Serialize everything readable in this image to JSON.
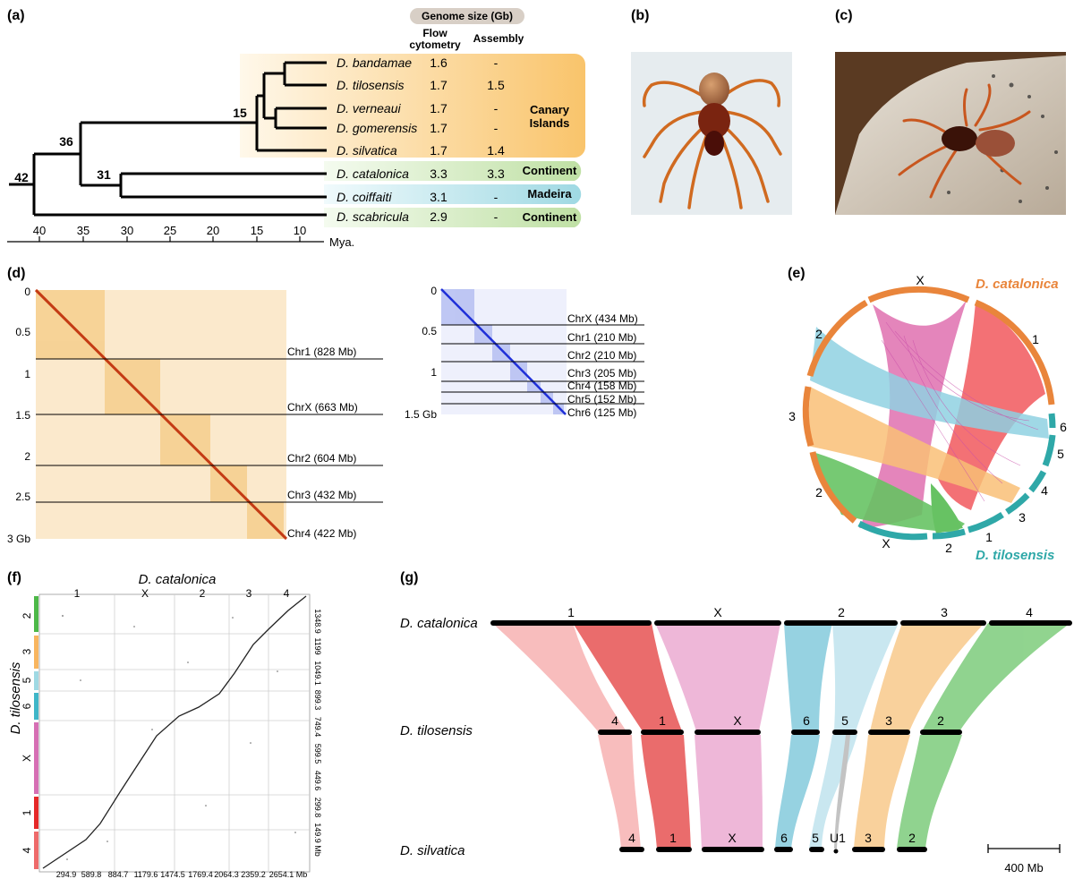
{
  "panels": {
    "a": "(a)",
    "b": "(b)",
    "c": "(c)",
    "d": "(d)",
    "e": "(e)",
    "f": "(f)",
    "g": "(g)"
  },
  "panel_a": {
    "genome_size_title": "Genome size (Gb)",
    "col_flow_line1": "Flow",
    "col_flow_line2": "cytometry",
    "col_assembly": "Assembly",
    "species": [
      {
        "name": "D. bandamae",
        "flow": "1.6",
        "assembly": "-"
      },
      {
        "name": "D. tilosensis",
        "flow": "1.7",
        "assembly": "1.5"
      },
      {
        "name": "D. verneaui",
        "flow": "1.7",
        "assembly": "-"
      },
      {
        "name": "D. gomerensis",
        "flow": "1.7",
        "assembly": "-"
      },
      {
        "name": "D. silvatica",
        "flow": "1.7",
        "assembly": "1.4"
      },
      {
        "name": "D. catalonica",
        "flow": "3.3",
        "assembly": "3.3"
      },
      {
        "name": "D. coiffaiti",
        "flow": "3.1",
        "assembly": "-"
      },
      {
        "name": "D. scabricula",
        "flow": "2.9",
        "assembly": "-"
      }
    ],
    "regions": {
      "canary_line1": "Canary",
      "canary_line2": "Islands",
      "continent": "Continent",
      "madeira": "Madeira"
    },
    "node_ages": [
      "42",
      "36",
      "31",
      "15"
    ],
    "axis_ticks": [
      "40",
      "35",
      "30",
      "25",
      "20",
      "15",
      "10"
    ],
    "axis_unit": "Mya.",
    "colors": {
      "canary": "#f9c46b",
      "continent": "#bfe0a4",
      "madeira": "#9fd9e3",
      "size_pill": "#d8cfc6"
    }
  },
  "panel_d": {
    "left_ticks": [
      "0",
      "0.5",
      "1",
      "1.5",
      "2",
      "2.5",
      "3 Gb"
    ],
    "left_chroms": [
      "Chr1 (828 Mb)",
      "ChrX (663 Mb)",
      "Chr2 (604 Mb)",
      "Chr3 (432 Mb)",
      "Chr4 (422 Mb)"
    ],
    "right_ticks": [
      "0",
      "0.5",
      "1",
      "1.5 Gb"
    ],
    "right_chroms": [
      "ChrX (434 Mb)",
      "Chr1 (210 Mb)",
      "Chr2 (210 Mb)",
      "Chr3 (205 Mb)",
      "Chr4 (158 Mb)",
      "Chr5 (152 Mb)",
      "Chr6 (125 Mb)"
    ],
    "colors": {
      "left_map": "#f0a53a",
      "right_map": "#2a3fe0"
    }
  },
  "panel_e": {
    "species_top": "D. catalonica",
    "species_bottom": "D. tilosensis",
    "top_labels": [
      "X",
      "1",
      "3",
      "2"
    ],
    "bottom_labels": [
      "X",
      "2",
      "1",
      "3",
      "4",
      "5",
      "6"
    ],
    "colors": {
      "catalonica": "#e9853b",
      "tilosensis": "#2fa8a8",
      "X": "#e070b0",
      "c1": "#ee2e35",
      "c2": "#7cc9dd",
      "c3": "#f8b55f",
      "c4": "#4db848"
    }
  },
  "panel_f": {
    "x_title": "D. catalonica",
    "y_title": "D. tilosensis",
    "x_chroms": [
      "1",
      "X",
      "2",
      "3",
      "4"
    ],
    "y_chroms": [
      "2",
      "3",
      "5",
      "6",
      "X",
      "1",
      "4"
    ],
    "x_ticks": [
      "294.9",
      "589.8",
      "884.7",
      "1179.6",
      "1474.5",
      "1769.4",
      "2064.3",
      "2359.2",
      "2654.1 Mb"
    ],
    "y_ticks": [
      "1348.9",
      "1199",
      "1049.1",
      "899.3",
      "749.4",
      "599.5",
      "449.6",
      "299.8",
      "149.9 Mb"
    ]
  },
  "panel_g": {
    "species": [
      "D. catalonica",
      "D. tilosensis",
      "D. silvatica"
    ],
    "top_chroms": [
      "1",
      "X",
      "2",
      "3",
      "4"
    ],
    "mid_chroms": [
      "4",
      "1",
      "X",
      "6",
      "5",
      "3",
      "2"
    ],
    "bottom_chroms": [
      "4",
      "1",
      "X",
      "6",
      "5",
      "U1",
      "3",
      "2"
    ],
    "scale_label": "400 Mb"
  }
}
